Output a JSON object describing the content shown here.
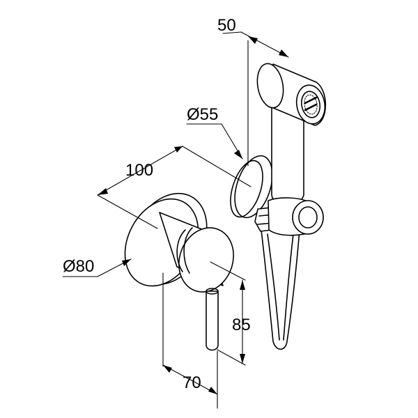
{
  "dimensions": {
    "handset_length": "50",
    "holder_diameter": "Ø55",
    "spacing": "100",
    "rosette_diameter": "Ø80",
    "lever_height": "85",
    "projection": "70"
  },
  "colors": {
    "line": "#000000",
    "background": "#ffffff"
  }
}
